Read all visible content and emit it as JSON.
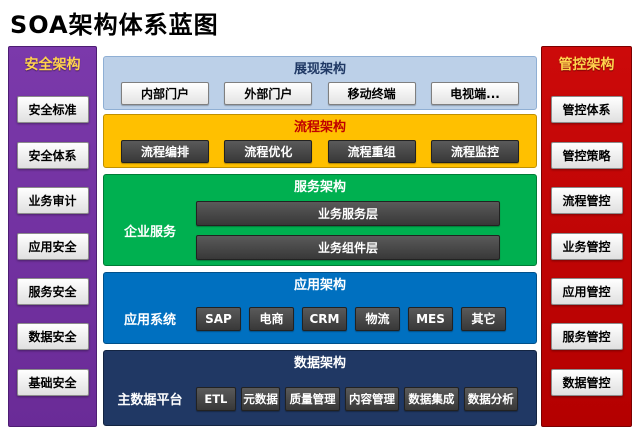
{
  "title": "SOA架构体系蓝图",
  "colors": {
    "left_column": "#7030A0",
    "right_column": "#C00000",
    "presentation": "#BCD0E8",
    "process": "#FFC000",
    "service": "#00B050",
    "application": "#0070C0",
    "data": "#203864",
    "item_dark": "#404040",
    "column_header_accent": "#FFD24D"
  },
  "left_column": {
    "header": "安全架构",
    "items": [
      "安全标准",
      "安全体系",
      "业务审计",
      "应用安全",
      "服务安全",
      "数据安全",
      "基础安全"
    ]
  },
  "right_column": {
    "header": "管控架构",
    "items": [
      "管控体系",
      "管控策略",
      "流程管控",
      "业务管控",
      "应用管控",
      "服务管控",
      "数据管控"
    ]
  },
  "layers": {
    "presentation": {
      "title": "展现架构",
      "items": [
        "内部门户",
        "外部门户",
        "移动终端",
        "电视端..."
      ]
    },
    "process": {
      "title": "流程架构",
      "items": [
        "流程编排",
        "流程优化",
        "流程重组",
        "流程监控"
      ]
    },
    "service": {
      "title": "服务架构",
      "side_label": "企业服务",
      "items": [
        "业务服务层",
        "业务组件层"
      ]
    },
    "application": {
      "title": "应用架构",
      "side_label": "应用系统",
      "items": [
        "SAP",
        "电商",
        "CRM",
        "物流",
        "MES",
        "其它"
      ]
    },
    "data": {
      "title": "数据架构",
      "side_label": "主数据平台",
      "items": [
        "ETL",
        "元数据",
        "质量管理",
        "内容管理",
        "数据集成",
        "数据分析"
      ]
    }
  }
}
